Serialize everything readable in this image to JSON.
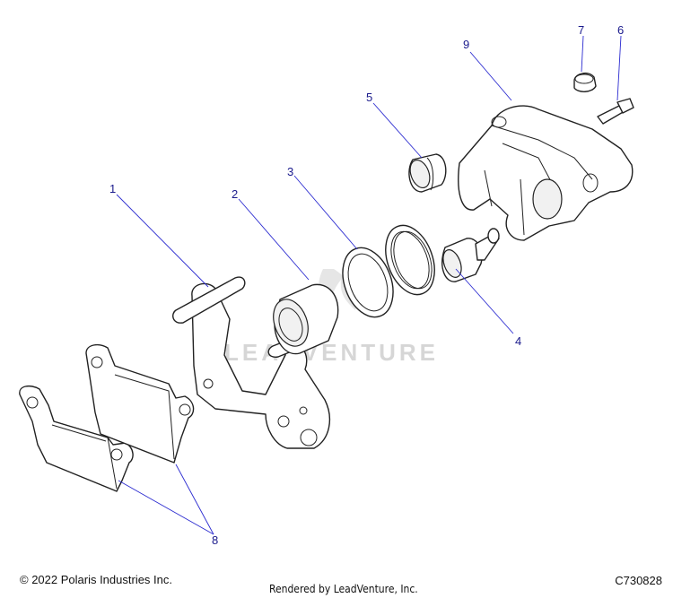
{
  "callouts": [
    "1",
    "2",
    "3",
    "4",
    "5",
    "6",
    "7",
    "8",
    "9"
  ],
  "watermark": "LEADVENTURE",
  "footer": {
    "copyright": "© 2022 Polaris Industries Inc.",
    "rendered_by": "Rendered by LeadVenture, Inc.",
    "diagram_code": "C730828"
  }
}
